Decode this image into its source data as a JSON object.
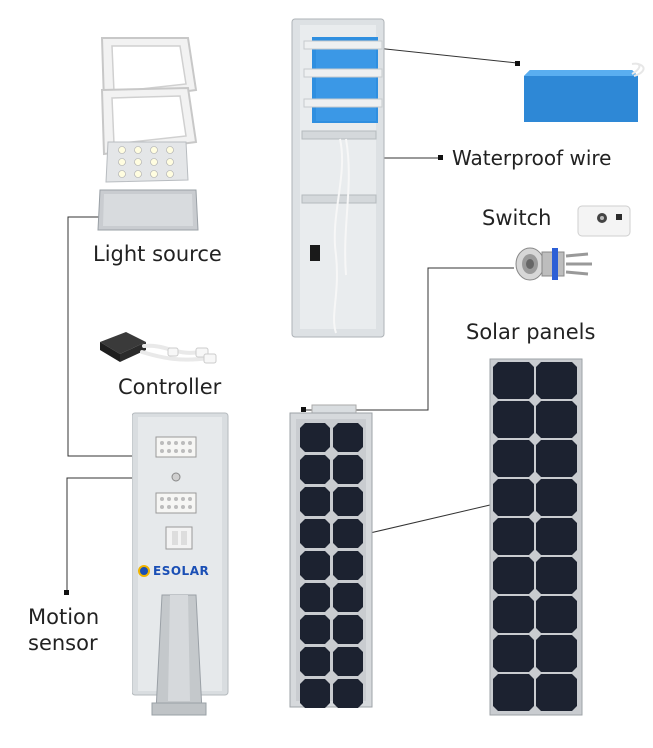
{
  "labels": {
    "waterproof_wire": "Waterproof wire",
    "switch": "Switch",
    "light_source": "Light source",
    "solar_panels": "Solar panels",
    "controller": "Controller",
    "motion_sensor_line1": "Motion",
    "motion_sensor_line2": "sensor"
  },
  "brand": {
    "logo_text": "ESOLAR"
  },
  "colors": {
    "battery_blue": "#2f8fe0",
    "housing_silver": "#d9dde0",
    "panel_cell": "#1c2230",
    "leader_line": "#333333",
    "text": "#222222"
  }
}
